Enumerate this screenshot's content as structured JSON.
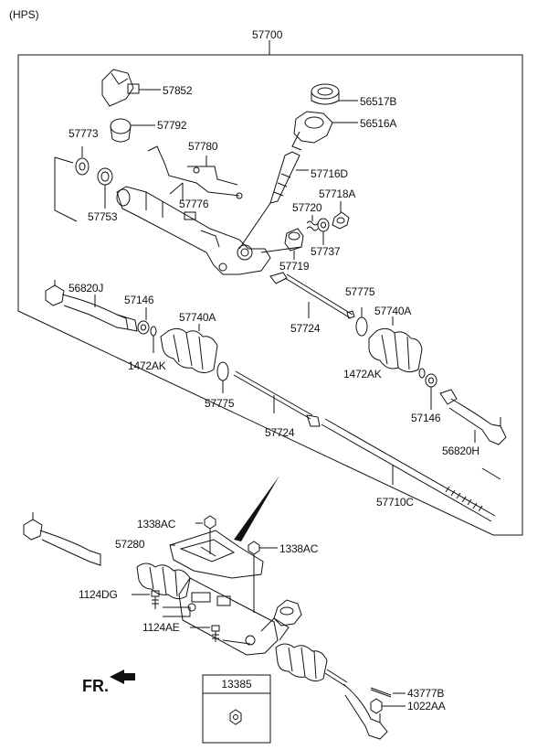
{
  "header": {
    "variant": "(HPS)",
    "assembly_number": "57700"
  },
  "parts": {
    "p57852": "57852",
    "p56517B": "56517B",
    "p56516A": "56516A",
    "p57792": "57792",
    "p57773": "57773",
    "p57780": "57780",
    "p57716D": "57716D",
    "p57718A": "57718A",
    "p57720": "57720",
    "p57776": "57776",
    "p57753": "57753",
    "p57737": "57737",
    "p57719": "57719",
    "p56820J": "56820J",
    "p57146_left": "57146",
    "p57740A_left": "57740A",
    "p57775_right": "57775",
    "p57740A_right": "57740A",
    "p57724_upper": "57724",
    "p1472AK_left": "1472AK",
    "p1472AK_right": "1472AK",
    "p57775_left": "57775",
    "p57724_lower": "57724",
    "p57146_right": "57146",
    "p56820H": "56820H",
    "p57710C": "57710C",
    "p1338AC_left": "1338AC",
    "p57280": "57280",
    "p1338AC_right": "1338AC",
    "p1124DG": "1124DG",
    "p1124AE": "1124AE",
    "p43777B": "43777B",
    "p1022AA": "1022AA"
  },
  "inset_box": {
    "label": "13385"
  },
  "direction_marker": {
    "label": "FR."
  }
}
